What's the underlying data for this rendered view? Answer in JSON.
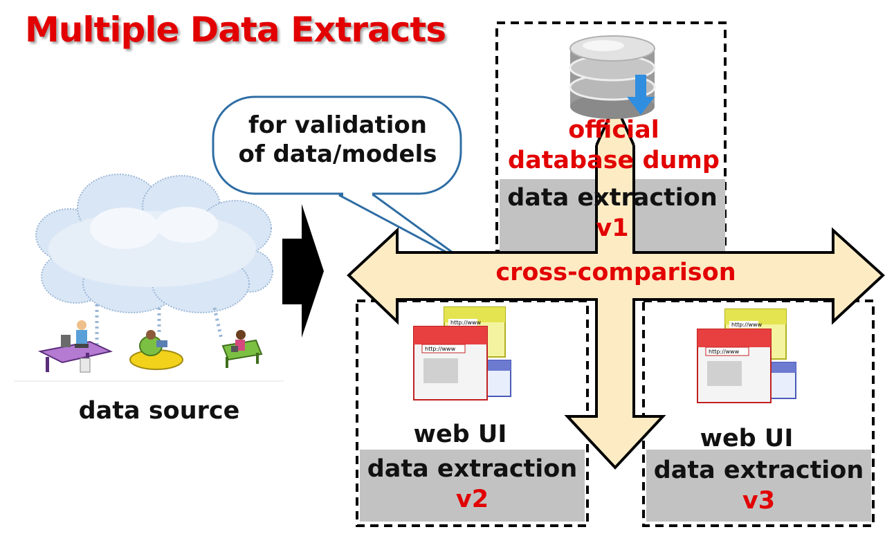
{
  "title": "Multiple Data Extracts",
  "callout": {
    "line1": "for validation",
    "line2": "of data/models"
  },
  "source": {
    "label": "data source"
  },
  "comparison": {
    "label": "cross-comparison"
  },
  "extract_v1": {
    "source_line1": "official",
    "source_line2": "database dump",
    "label": "data extraction",
    "version": "v1"
  },
  "extract_v2": {
    "source": "web UI",
    "label": "data extraction",
    "version": "v2"
  },
  "extract_v3": {
    "source": "web UI",
    "label": "data extraction",
    "version": "v3"
  },
  "browser_icon": {
    "url_text": "http://www"
  },
  "colors": {
    "title": "#e20000",
    "arrow_fill": "#fdebc4",
    "callout_border": "#2e6da4",
    "gray_box": "#c2c2c2"
  }
}
